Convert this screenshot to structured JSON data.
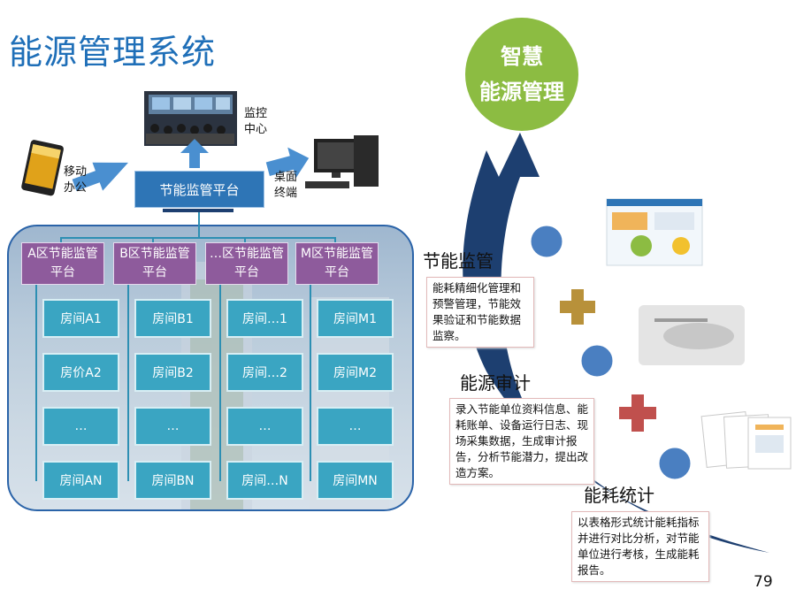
{
  "title": "能源管理系统",
  "top": {
    "monitor_label": "监控\n中心",
    "mobile_label": "移动\n办公",
    "desktop_label": "桌面\n终端",
    "platform_label": "节能监管平台"
  },
  "zones": [
    {
      "head": "A区节能监管平台",
      "rooms": [
        "房间A1",
        "房价A2",
        "…",
        "房间AN"
      ]
    },
    {
      "head": "B区节能监管平台",
      "rooms": [
        "房间B1",
        "房间B2",
        "…",
        "房间BN"
      ]
    },
    {
      "head": "…区节能监管平台",
      "rooms": [
        "房间…1",
        "房间…2",
        "…",
        "房间…N"
      ]
    },
    {
      "head": "M区节能监管平台",
      "rooms": [
        "房间M1",
        "房间M2",
        "…",
        "房间MN"
      ]
    }
  ],
  "right": {
    "badge_line1": "智慧",
    "badge_line2": "能源管理",
    "section1_title": "节能监管",
    "section1_text": "能耗精细化管理和预警管理，节能效果验证和节能数据监察。",
    "section2_title": "能源审计",
    "section2_text": "录入节能单位资料信息、能耗账单、设备运行日志、现场采集数据，生成审计报告，分析节能潜力，提出改造方案。",
    "section3_title": "能耗统计",
    "section3_text": "以表格形式统计能耗指标并进行对比分析，对节能单位进行考核，生成能耗报告。"
  },
  "page_number": "79",
  "colors": {
    "title": "#1f6fb8",
    "zone_head": "#8e5b9c",
    "room": "#3aa5c2",
    "platform": "#2e75b6",
    "arrow": "#1d3f70",
    "badge": "#8cbc42",
    "plus_gold": "#b8913a",
    "plus_red": "#c0504d"
  }
}
